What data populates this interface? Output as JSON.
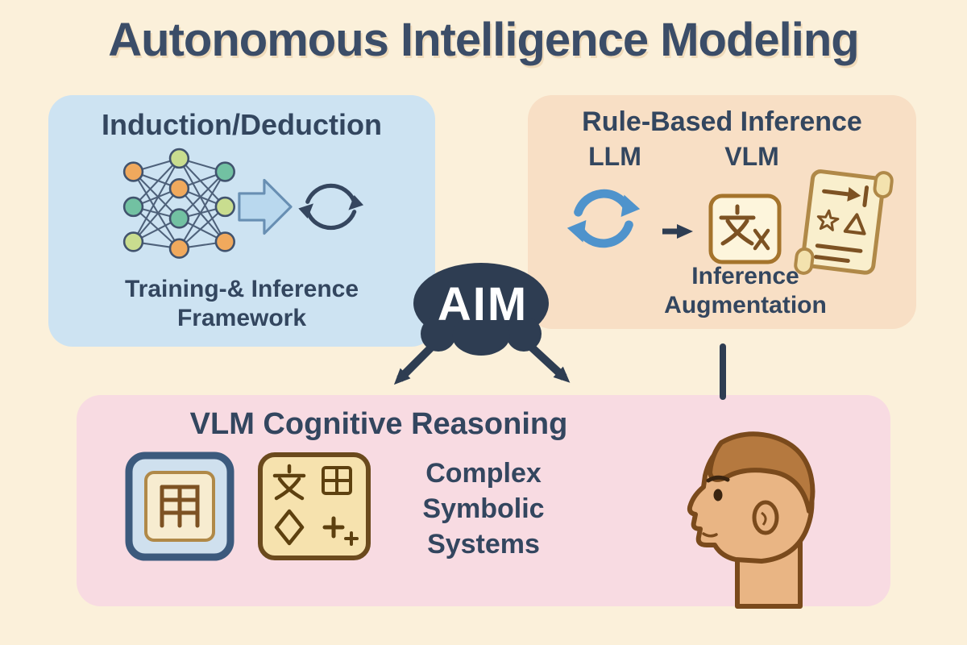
{
  "title": "Autonomous Intelligence Modeling",
  "center": {
    "label": "AIM"
  },
  "panels": {
    "induction": {
      "heading": "Induction/Deduction",
      "caption": [
        "Training-& Inference",
        "Framework"
      ],
      "icons": [
        "neural-network-icon",
        "block-arrow-icon",
        "cycle-icon"
      ]
    },
    "rule_based": {
      "heading": "Rule-Based Inference",
      "labels": {
        "llm": "LLM",
        "vlm": "VLM"
      },
      "caption": [
        "Inference",
        "Augmentation"
      ],
      "icons": [
        "refresh-cycle-icon",
        "arrow-right-icon",
        "translation-icon",
        "scroll-icon"
      ]
    },
    "vlm_reasoning": {
      "heading": "VLM Cognitive Reasoning",
      "caption": [
        "Complex",
        "Symbolic",
        "Systems"
      ],
      "icons": [
        "character-tile-icon",
        "symbols-grid-icon",
        "human-head-icon"
      ]
    }
  },
  "colors": {
    "background": "#fbf0da",
    "panel_blue": "#cde3f2",
    "panel_peach": "#f8dfc5",
    "panel_pink": "#f8dbe2",
    "navy": "#2e3d52",
    "heading_text": "#33465f",
    "aim_text": "#ffffff"
  }
}
